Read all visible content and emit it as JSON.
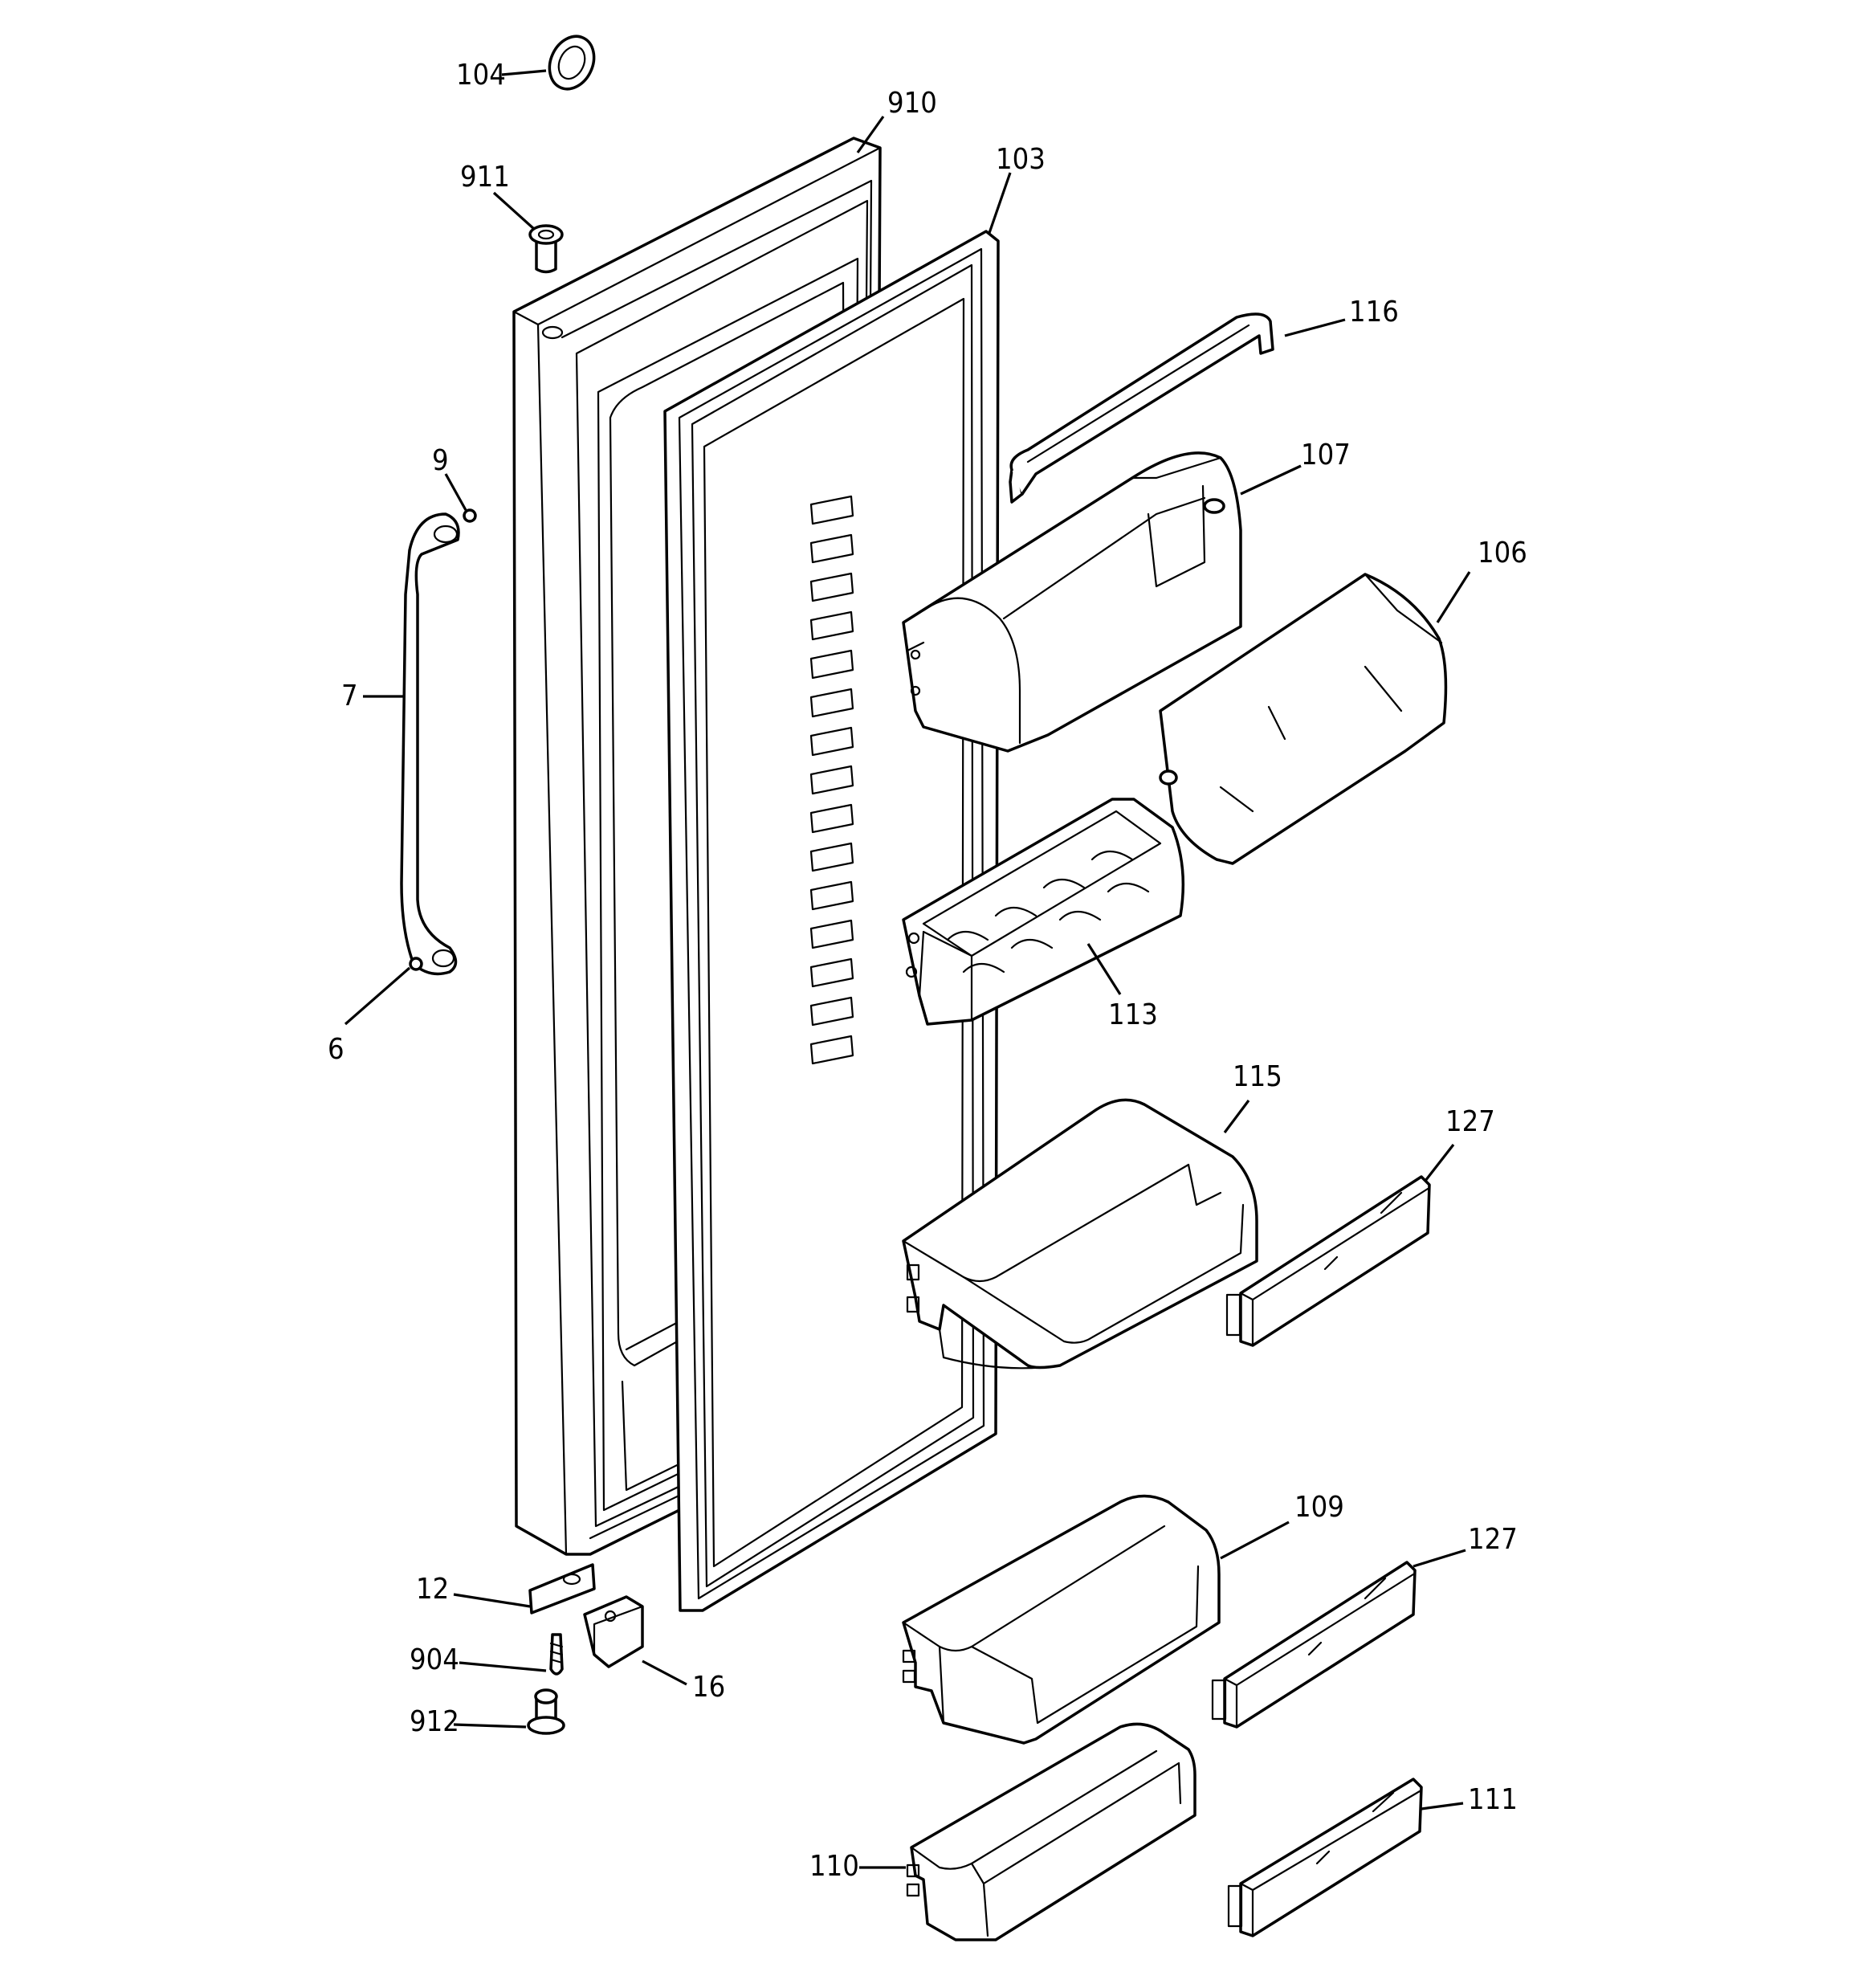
{
  "diagram": {
    "parts": [
      {
        "id": "door-outer",
        "callout": "910"
      },
      {
        "id": "door-gasket",
        "callout": "103"
      },
      {
        "id": "plug-top",
        "callout": "104"
      },
      {
        "id": "bushing-top",
        "callout": "911"
      },
      {
        "id": "screw-handle-top",
        "callout": "9"
      },
      {
        "id": "handle",
        "callout": "7"
      },
      {
        "id": "screw-handle-bottom",
        "callout": "6"
      },
      {
        "id": "trim-cap",
        "callout": "116"
      },
      {
        "id": "bin-dairy",
        "callout": "107"
      },
      {
        "id": "dairy-door",
        "callout": "106"
      },
      {
        "id": "egg-tray-shelf",
        "callout": "113"
      },
      {
        "id": "bin-door-large",
        "callout": "115"
      },
      {
        "id": "bin-front-upper",
        "callout": "127"
      },
      {
        "id": "bin-door-mid",
        "callout": "109"
      },
      {
        "id": "bin-front-mid",
        "callout": "127"
      },
      {
        "id": "bin-door-bottom",
        "callout": "110"
      },
      {
        "id": "bin-front-bottom",
        "callout": "111"
      },
      {
        "id": "hinge-plate",
        "callout": "12"
      },
      {
        "id": "screw-hinge",
        "callout": "904"
      },
      {
        "id": "bushing-bottom",
        "callout": "912"
      },
      {
        "id": "hinge-bracket",
        "callout": "16"
      }
    ]
  }
}
